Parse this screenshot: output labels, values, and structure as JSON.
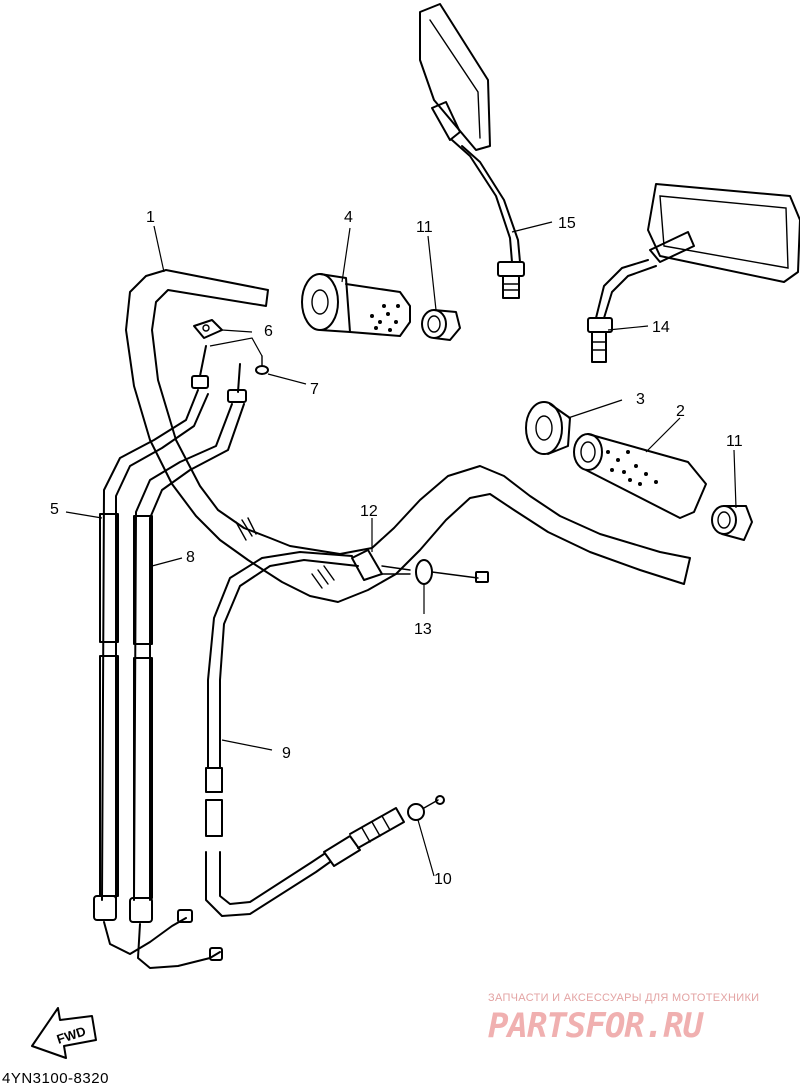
{
  "diagram": {
    "part_labels": [
      "1",
      "2",
      "3",
      "4",
      "5",
      "6",
      "7",
      "8",
      "9",
      "10",
      "11",
      "11",
      "12",
      "13",
      "14",
      "15"
    ],
    "direction_arrow": "FWD",
    "drawing_code": "4YN3100-8320"
  },
  "watermark": {
    "caption": "ЗАПЧАСТИ И АКСЕССУАРЫ ДЛЯ МОТОТЕХНИКИ",
    "logo": "PARTSFOR.RU"
  }
}
